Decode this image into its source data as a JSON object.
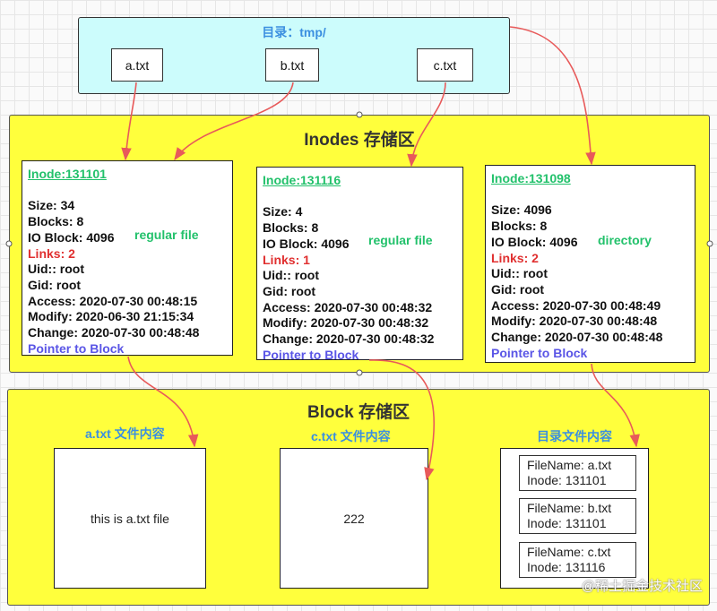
{
  "directory": {
    "title": "目录：tmp/",
    "files": [
      "a.txt",
      "b.txt",
      "c.txt"
    ]
  },
  "inodes_region": {
    "title": "Inodes 存储区"
  },
  "inodes": [
    {
      "id": "Inode:131101",
      "size": "Size: 34",
      "blocks": "Blocks: 8",
      "io_block": "IO Block: 4096",
      "file_type": "regular file",
      "links": "Links: 2",
      "uid": "Uid:: root",
      "gid": "Gid: root",
      "access": "Access: 2020-07-30 00:48:15",
      "modify": "Modify: 2020-06-30 21:15:34",
      "change": "Change: 2020-07-30 00:48:48",
      "pointer": "Pointer to Block"
    },
    {
      "id": "Inode:131116",
      "size": "Size: 4",
      "blocks": "Blocks: 8",
      "io_block": "IO Block: 4096",
      "file_type": "regular file",
      "links": "Links: 1",
      "uid": "Uid:: root",
      "gid": "Gid: root",
      "access": "Access: 2020-07-30 00:48:32",
      "modify": "Modify: 2020-07-30 00:48:32",
      "change": "Change: 2020-07-30 00:48:32",
      "pointer": "Pointer to Block"
    },
    {
      "id": "Inode:131098",
      "size": "Size: 4096",
      "blocks": "Blocks: 8",
      "io_block": "IO Block: 4096",
      "file_type": "directory",
      "links": "Links: 2",
      "uid": "Uid:: root",
      "gid": "Gid: root",
      "access": "Access: 2020-07-30 00:48:49",
      "modify": "Modify: 2020-07-30 00:48:48",
      "change": "Change: 2020-07-30 00:48:48",
      "pointer": "Pointer to Block"
    }
  ],
  "blocks_region": {
    "title": "Block 存储区"
  },
  "blocks": [
    {
      "label": "a.txt 文件内容",
      "content": "this is a.txt file"
    },
    {
      "label": "c.txt 文件内容",
      "content": "222"
    },
    {
      "label": "目录文件内容",
      "entries": [
        {
          "filename": "FileName: a.txt",
          "inode": "Inode: 131101"
        },
        {
          "filename": "FileName: b.txt",
          "inode": "Inode: 131101"
        },
        {
          "filename": "FileName: c.txt",
          "inode": "Inode: 131116"
        }
      ]
    }
  ],
  "watermark": "@稀土掘金技术社区",
  "colors": {
    "arrow": "#e85a5a",
    "directory_fill": "#ccfcfc",
    "region_fill": "#ffff3c",
    "inode_id": "#22c16b",
    "links": "#e03030",
    "pointer": "#5a55e6",
    "label_blue": "#3b8fe0"
  }
}
